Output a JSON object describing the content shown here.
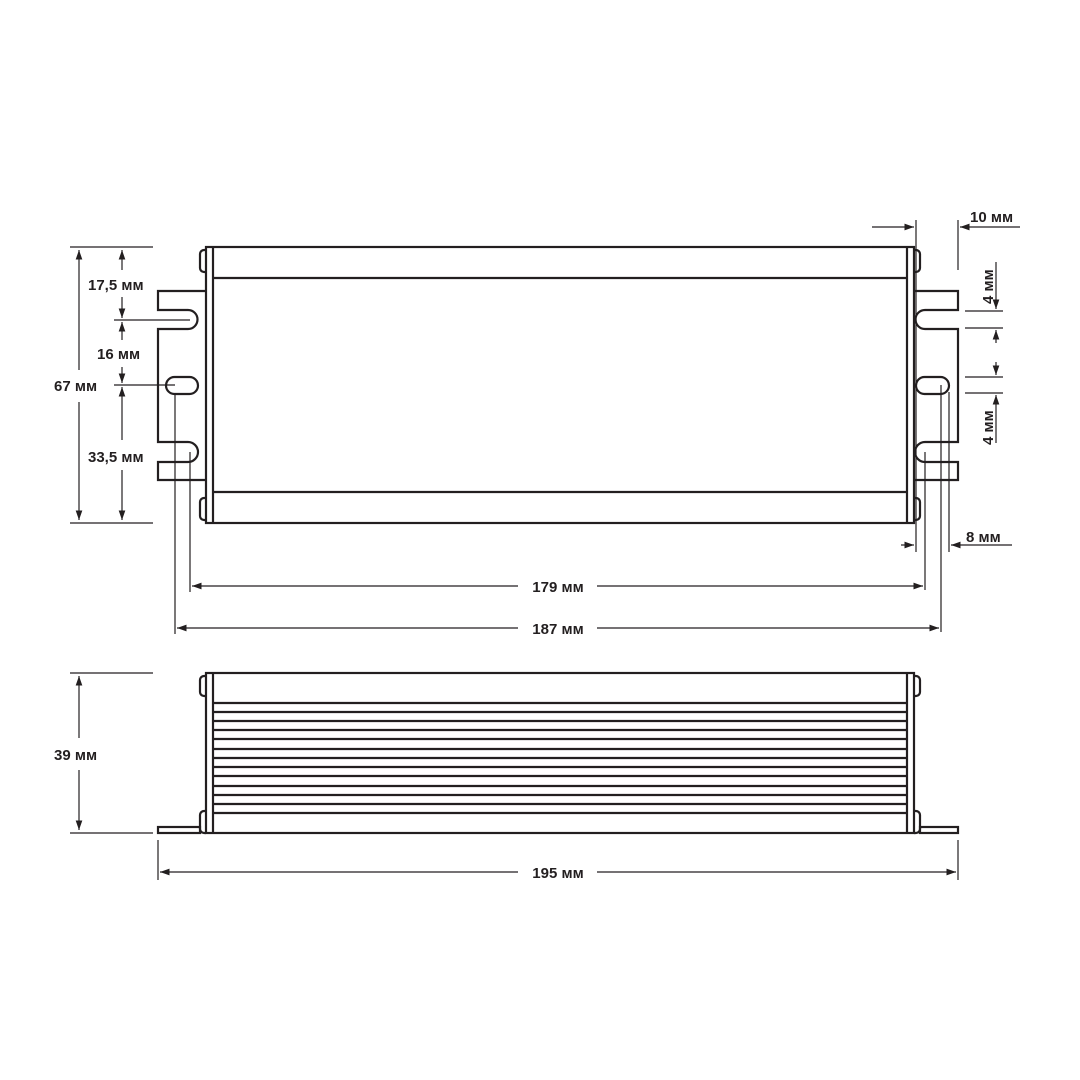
{
  "top_view": {
    "dimensions": {
      "total_height": "67 мм",
      "top_to_slot": "17,5 мм",
      "slot_to_hole": "16 мм",
      "hole_to_bottom": "33,5 мм",
      "flange_width": "10 мм",
      "slot_width_top": "4 мм",
      "slot_width_bottom": "4 мм",
      "hole_offset": "8 мм",
      "inner_mount_distance": "179 мм",
      "outer_mount_distance": "187 мм"
    }
  },
  "side_view": {
    "dimensions": {
      "height": "39 мм",
      "total_length": "195 мм"
    }
  }
}
